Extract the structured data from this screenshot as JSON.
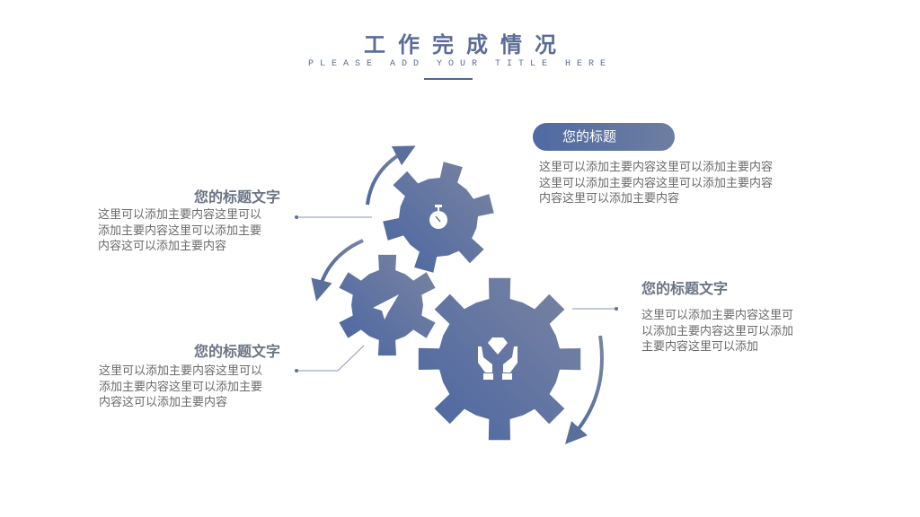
{
  "header": {
    "title": "工作完成情况",
    "subtitle": "PLEASE ADD YOUR TITLE HERE"
  },
  "colors": {
    "accent": "#4d6796",
    "gear_light": "#737e9d",
    "gear_dark": "#4e68a2"
  },
  "icons": {
    "gear1": "stopwatch-icon",
    "gear2": "paper-plane-icon",
    "gear3": "diamond-hands-icon"
  },
  "items": [
    {
      "title": "您的标题",
      "lines": [
        "这里可以添加主要内容这里可以添加主要内容",
        "这里可以添加主要内容这里可以添加主要内容",
        "内容这里可以添加主要内容"
      ]
    },
    {
      "title": "您的标题文字",
      "lines": [
        "这里可以添加主要内容这里可以",
        "添加主要内容这里可以添加主要",
        "内容这可以添加主要内容"
      ]
    },
    {
      "title": "您的标题文字",
      "lines": [
        "这里可以添加主要内容这里可",
        "以添加主要内容这里可以添加",
        "主要内容这里可以添加"
      ]
    },
    {
      "title": "您的标题文字",
      "lines": [
        "这里可以添加主要内容这里可以",
        "添加主要内容这里可以添加主要",
        "内容这可以添加主要内容"
      ]
    }
  ]
}
